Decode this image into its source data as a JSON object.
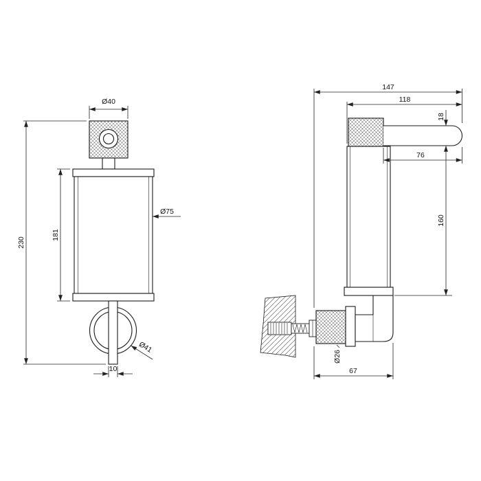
{
  "drawing": {
    "description": "Wall-mounted soap dispenser technical drawing, front and side views",
    "colors": {
      "line": "#1a1a1a",
      "background": "#ffffff",
      "dimension": "#222222"
    }
  },
  "dims": {
    "front": {
      "cap_diameter": "Ø40",
      "body_diameter": "Ø75",
      "rosette_diameter": "Ø41",
      "body_height": "181",
      "total_height": "230",
      "stem_width": "10"
    },
    "side": {
      "total_depth": "147",
      "spout_depth": "118",
      "spout_height": "18",
      "spout_length": "76",
      "body_drop_height": "160",
      "bracket_diameter": "Ø26",
      "bracket_depth": "67"
    }
  }
}
